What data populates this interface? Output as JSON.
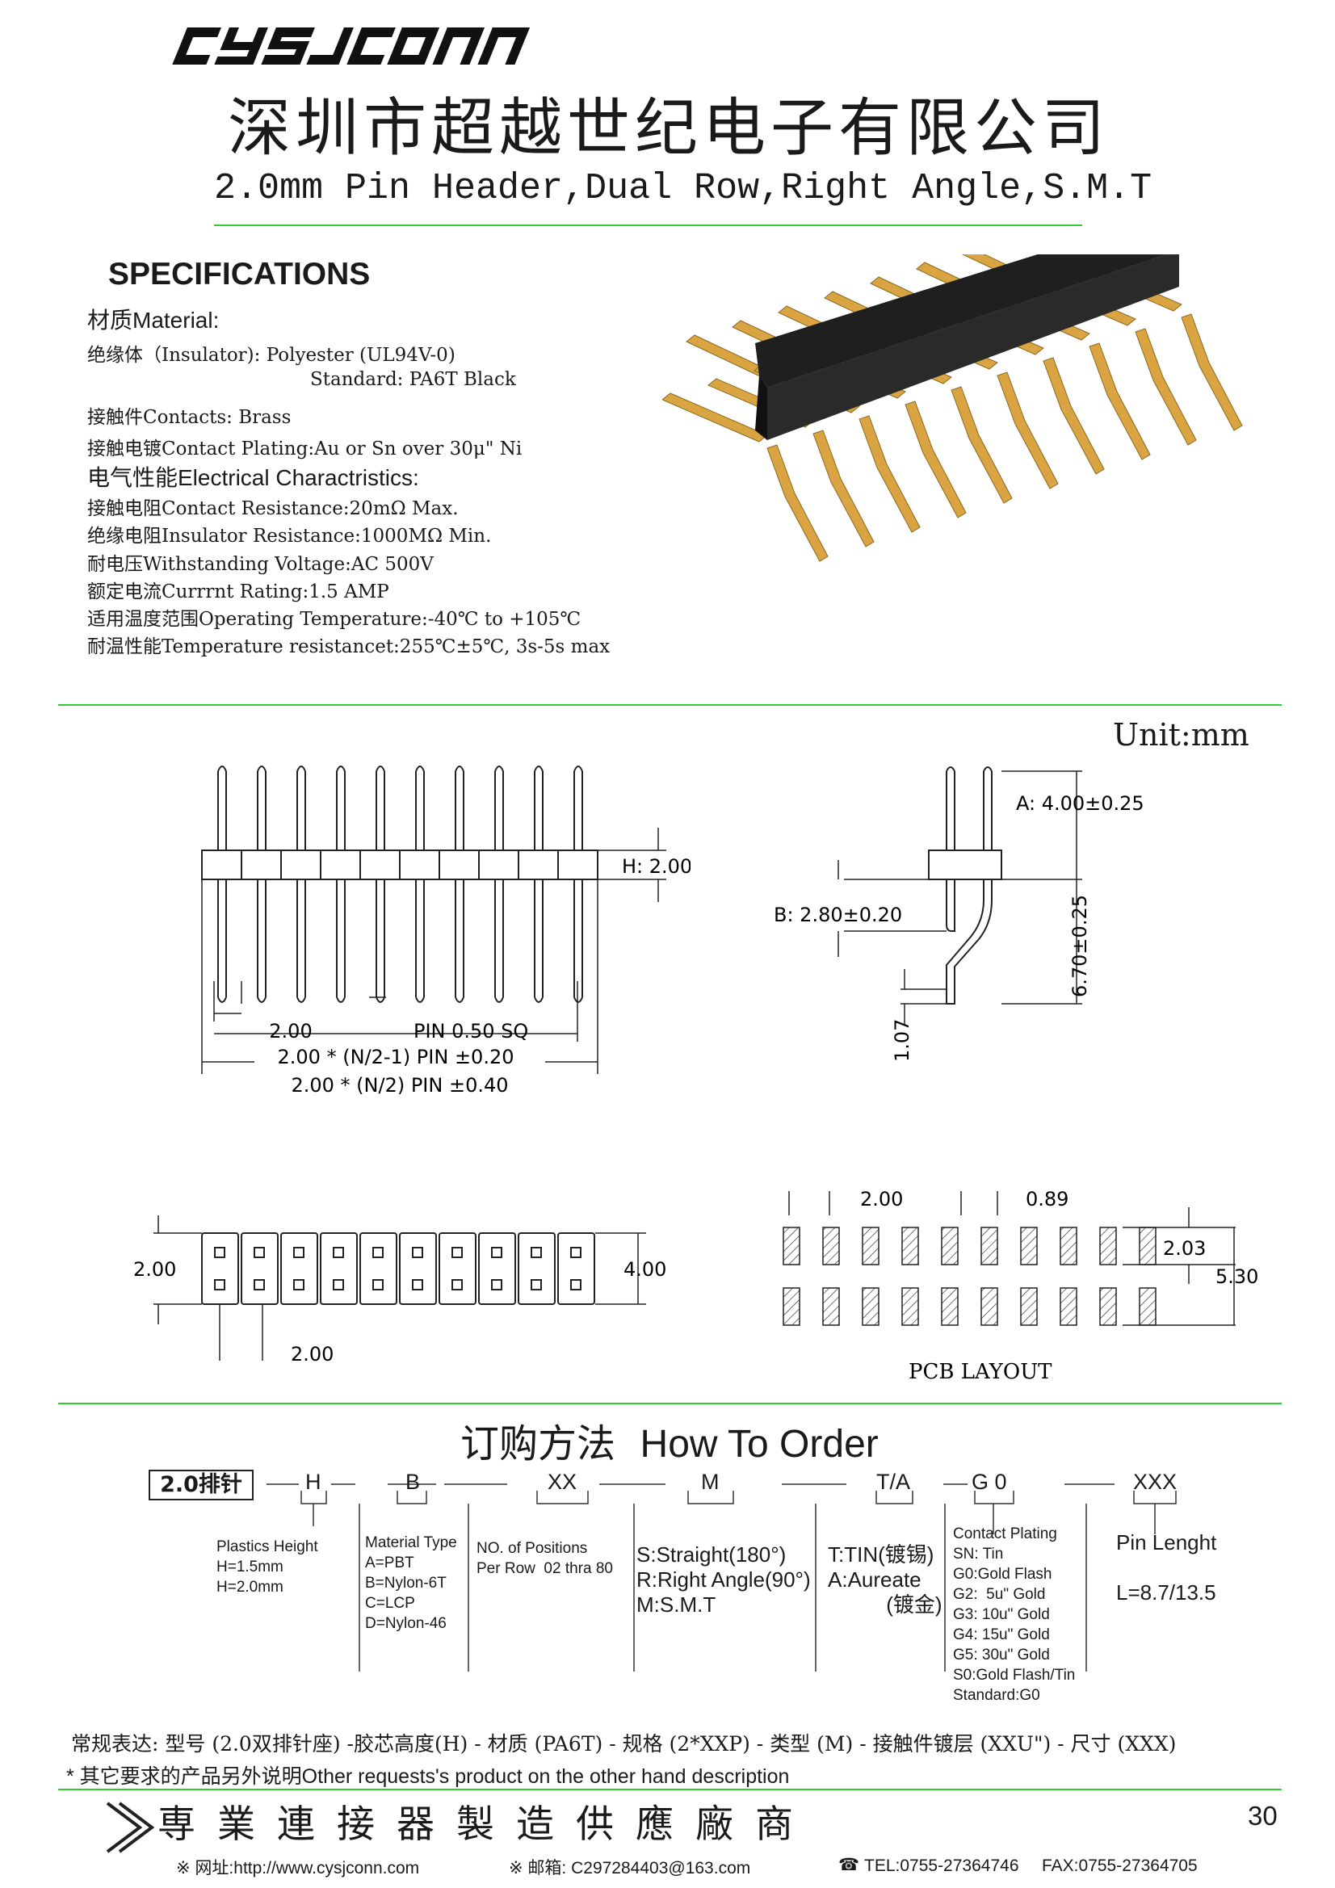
{
  "header": {
    "company_cn": "深圳市超越世纪电子有限公司",
    "subtitle": "2.0mm Pin Header,Dual Row,Right Angle,S.M.T"
  },
  "specs": {
    "heading": "SPECIFICATIONS",
    "material_heading": "材质Material:",
    "insulator": "绝缘体（Insulator):  Polyester (UL94V-0)",
    "insulator_standard": "Standard: PA6T Black",
    "contacts": "接触件Contacts: Brass",
    "plating": "接触电镀Contact Plating:Au or Sn over 30μ\" Ni",
    "electrical_heading": "电气性能Electrical Charactristics:",
    "contact_resistance": "接触电阻Contact Resistance:20mΩ  Max.",
    "insulator_resistance": "绝缘电阻Insulator Resistance:1000MΩ  Min.",
    "withstanding_voltage": "耐电压Withstanding Voltage:AC 500V",
    "current_rating": "额定电流Currrnt Rating:1.5 AMP",
    "operating_temp": "适用温度范围Operating Temperature:-40℃ to +105℃",
    "temp_resistance": "耐温性能Temperature resistancet:255℃±5℃, 3s-5s max"
  },
  "drawings": {
    "unit": "Unit:mm",
    "front_h": "H: 2.00",
    "front_pitch": "2.00",
    "front_pin": "PIN 0.50 SQ",
    "front_dim1": "2.00 * (N/2-1) PIN ±0.20",
    "front_dim2": "2.00 * (N/2) PIN ±0.40",
    "side_a": "A: 4.00±0.25",
    "side_b": "B: 2.80±0.20",
    "side_h": "6.70±0.25",
    "side_foot": "1.07",
    "top_left": "2.00",
    "top_right": "4.00",
    "top_bottom": "2.00",
    "pcb_pitch": "2.00",
    "pcb_pad": "0.89",
    "pcb_row": "2.03",
    "pcb_total": "5.30",
    "pcb_label": "PCB LAYOUT"
  },
  "order": {
    "title_cn": "订购方法",
    "title_en": "How To Order",
    "part": "2.0排针",
    "codes": [
      "H",
      "B",
      "XX",
      "M",
      "T/A",
      "G 0",
      "XXX"
    ],
    "height_desc": "Plastics Height\nH=1.5mm\nH=2.0mm",
    "material_desc": "Material Type\nA=PBT\nB=Nylon-6T\nC=LCP\nD=Nylon-46",
    "positions_desc": "NO. of Positions\nPer Row  02 thra 80",
    "type_desc": "S:Straight(180°)\nR:Right Angle(90°)\nM:S.M.T",
    "plating_type_desc": "T:TIN(镀锡)\nA:Aureate\n          (镀金)",
    "contact_plating_desc": "Contact Plating\nSN: Tin\nG0:Gold Flash\nG2:  5u\" Gold\nG3: 10u\" Gold\nG4: 15u\" Gold\nG5: 30u\" Gold\nS0:Gold Flash/Tin\nStandard:G0",
    "length_desc": "Pin Lenght\n\nL=8.7/13.5"
  },
  "notes": {
    "regular": "常规表达: 型号 (2.0双排针座) -胶芯高度(H) - 材质 (PA6T) - 规格 (2*XXP) - 类型 (M) - 接触件镀层 (XXU\") - 尺寸 (XXX)",
    "other": "* 其它要求的产品另外说明Other requests's product on the other hand description"
  },
  "footer": {
    "slogan": "専業連接器製造供應廠商",
    "page": "30",
    "website": "※ 网址:http://www.cysjconn.com",
    "email": "※ 邮箱:  C297284403@163.com",
    "tel": "TEL:0755-27364746",
    "fax": "FAX:0755-27364705"
  },
  "colors": {
    "rule": "#33cc33",
    "pin_gold": "#d9a441",
    "body_black": "#1f1f1f"
  }
}
